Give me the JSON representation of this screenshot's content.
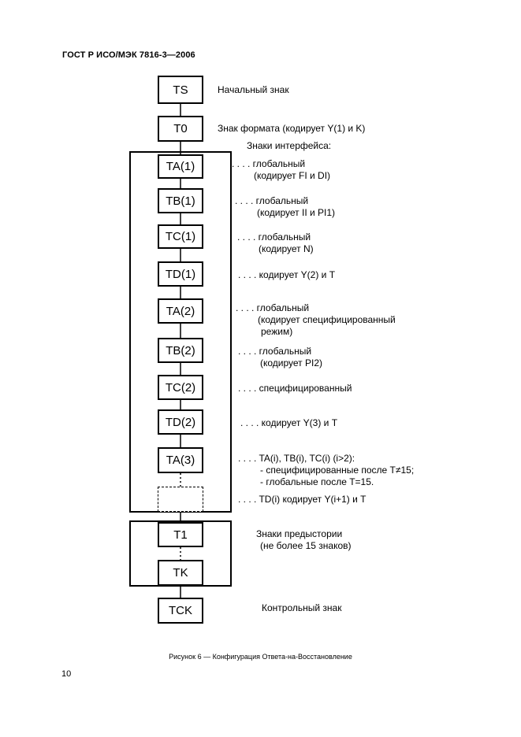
{
  "header": "ГОСТ Р ИСО/МЭК 7816-3—2006",
  "page_number": "10",
  "caption": "Рисунок 6 — Конфигурация Ответа-на-Восстановление",
  "boxes": {
    "ts": "TS",
    "t0": "T0",
    "ta1": "TA(1)",
    "tb1": "TB(1)",
    "tc1": "TC(1)",
    "td1": "TD(1)",
    "ta2": "TA(2)",
    "tb2": "TB(2)",
    "tc2": "TC(2)",
    "td2": "TD(2)",
    "ta3": "TA(3)",
    "t1": "T1",
    "tk": "TK",
    "tck": "TCK"
  },
  "labels": {
    "ts": "Начальный знак",
    "t0": "Знак формата (кодирует Y(1) и K)",
    "interface_title": "Знаки интерфейса:",
    "ta1_l1": ". . . . глобальный",
    "ta1_l2": "(кодирует FI и DI)",
    "tb1_l1": ". . . . глобальный",
    "tb1_l2": "(кодирует II и PI1)",
    "tc1_l1": ". . . . глобальный",
    "tc1_l2": "(кодирует N)",
    "td1": ". . . . кодирует Y(2) и T",
    "ta2_l1": ". . . . глобальный",
    "ta2_l2": "(кодирует специфицированный",
    "ta2_l3": "режим)",
    "tb2_l1": ". . . . глобальный",
    "tb2_l2": "(кодирует PI2)",
    "tc2": ". . . . специфицированный",
    "td2": ". . . . кодирует Y(3) и T",
    "ta3_l1": ". . . . TA(i), TB(i), TC(i) (i>2):",
    "ta3_l2": "- специфицированные после T≠15;",
    "ta3_l3": "- глобальные после T=15.",
    "tdi": ". . . . TD(i) кодирует Y(i+1) и T",
    "hist_l1": "Знаки предыстории",
    "hist_l2": "(не более 15 знаков)",
    "tck": "Контрольный знак"
  }
}
